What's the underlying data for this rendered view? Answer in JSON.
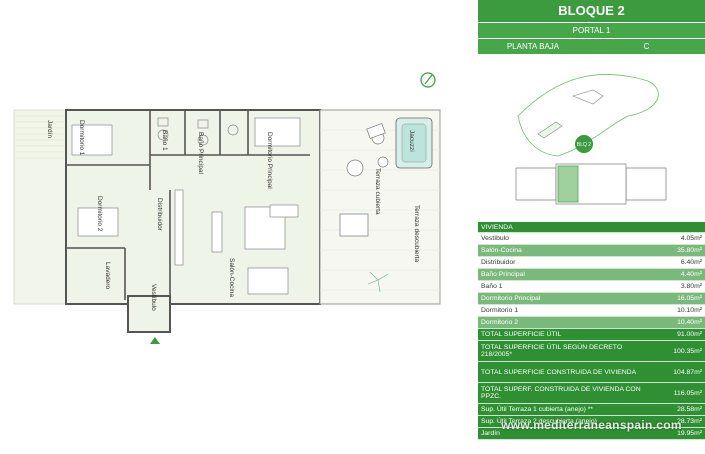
{
  "header": {
    "title": "BLOQUE 2",
    "portal": "PORTAL 1",
    "level": "PLANTA BAJA",
    "letter": "C"
  },
  "site_plan": {
    "bloque_label": "BLQ 2"
  },
  "plan": {
    "rooms": {
      "jardin": "Jardín",
      "dormitorio1": "Dormitorio 1",
      "bano1": "Baño 1",
      "bano_principal": "Baño Principal",
      "dormitorio_principal": "Dormitorio Principal",
      "jacuzzi": "Jacuzzi",
      "terraza_cubierta": "Terraza cubierta",
      "dormitorio2": "Dormitorio 2",
      "distribuidor": "Distribuidor",
      "salon_cocina": "Salón-Cocina",
      "terraza_descubierta": "Terraza descubierta",
      "lavadero": "Lavadero",
      "vestibulo": "Vestíbulo"
    }
  },
  "areas": {
    "section_title": "VIVIENDA",
    "rows": [
      {
        "label": "Vestíbulo",
        "value": "4.05m²",
        "style": "light"
      },
      {
        "label": "Salón-Cocina",
        "value": "35.80m²",
        "style": "mid"
      },
      {
        "label": "Distribuidor",
        "value": "6.40m²",
        "style": "light"
      },
      {
        "label": "Baño Principal",
        "value": "4.40m²",
        "style": "mid"
      },
      {
        "label": "Baño 1",
        "value": "3.80m²",
        "style": "light"
      },
      {
        "label": "Dormitorio Principal",
        "value": "16.05m²",
        "style": "mid"
      },
      {
        "label": "Dormitorio 1",
        "value": "10.10m²",
        "style": "light"
      },
      {
        "label": "Dormitorio 2",
        "value": "10.40m²",
        "style": "mid"
      },
      {
        "label": "TOTAL SUPERFICIE ÚTIL",
        "value": "91.00m²",
        "style": "dark"
      },
      {
        "label": "TOTAL SUPERFICIE ÚTIL SEGÚN DECRETO 218/2005*",
        "value": "100.35m²",
        "style": "dark tall"
      },
      {
        "label": "TOTAL SUPERFICIE CONSTRUIDA DE VIVIENDA",
        "value": "104.87m²",
        "style": "dark tall"
      },
      {
        "label": "TOTAL SUPERF. CONSTRUIDA DE VIVIENDA CON PPZC.",
        "value": "116.05m²",
        "style": "dark tall"
      },
      {
        "label": "Sup. Útil Terraza 1 cubierta (anejo) **",
        "value": "28.58m²",
        "style": "dark"
      },
      {
        "label": "Sup. Útil Terraza 2 descubierta (anejo)",
        "value": "28.73m²",
        "style": "dark"
      },
      {
        "label": "Jardín",
        "value": "19.95m²",
        "style": "dark"
      }
    ]
  },
  "watermark": "www.mediterraneanspain.com",
  "colors": {
    "brand_green": "#3c9a3f",
    "light_green": "#79b97b",
    "dark_green": "#2f8f33"
  }
}
